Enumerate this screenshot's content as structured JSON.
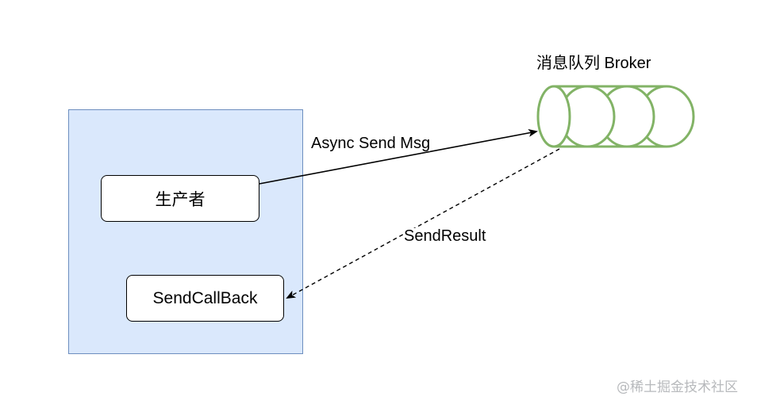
{
  "nodes": {
    "producer": "生产者",
    "callback": "SendCallBack",
    "broker_title": "消息队列 Broker"
  },
  "edges": {
    "send": "Async Send Msg",
    "result": "SendResult"
  },
  "watermark": "@稀土掘金技术社区",
  "colors": {
    "client_fill": "#dae8fc",
    "client_stroke": "#6c8ebf",
    "queue_stroke": "#82b366"
  }
}
